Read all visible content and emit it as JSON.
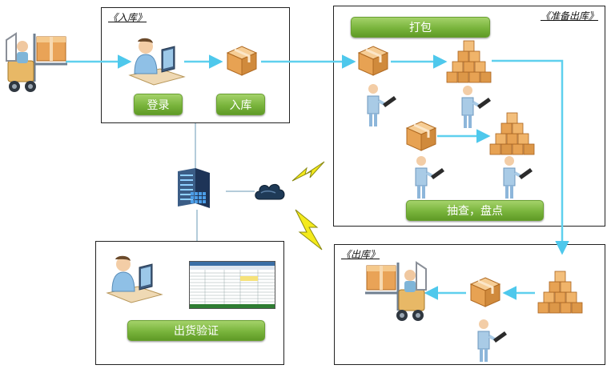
{
  "panels": {
    "inbound": {
      "title": "《入库》",
      "buttons": {
        "login": "登录",
        "stock_in": "入库"
      }
    },
    "prepare": {
      "title": "《准备出库》",
      "buttons": {
        "pack": "打包",
        "inspect": "抽查，盘点"
      }
    },
    "verify": {
      "buttons": {
        "verify": "出货验证"
      }
    },
    "outbound": {
      "title": "《出库》"
    }
  },
  "colors": {
    "panel_border": "#222222",
    "button_green": "#79b43c",
    "flow_arrow": "#5fd0ee",
    "lightning": "#f2e51a"
  },
  "icons": [
    "forklift-icon",
    "box-icon",
    "box-stack-icon",
    "worker-scanner-icon",
    "clerk-computer-icon",
    "server-icon",
    "cloud-icon",
    "lightning-icon",
    "spreadsheet-icon"
  ]
}
